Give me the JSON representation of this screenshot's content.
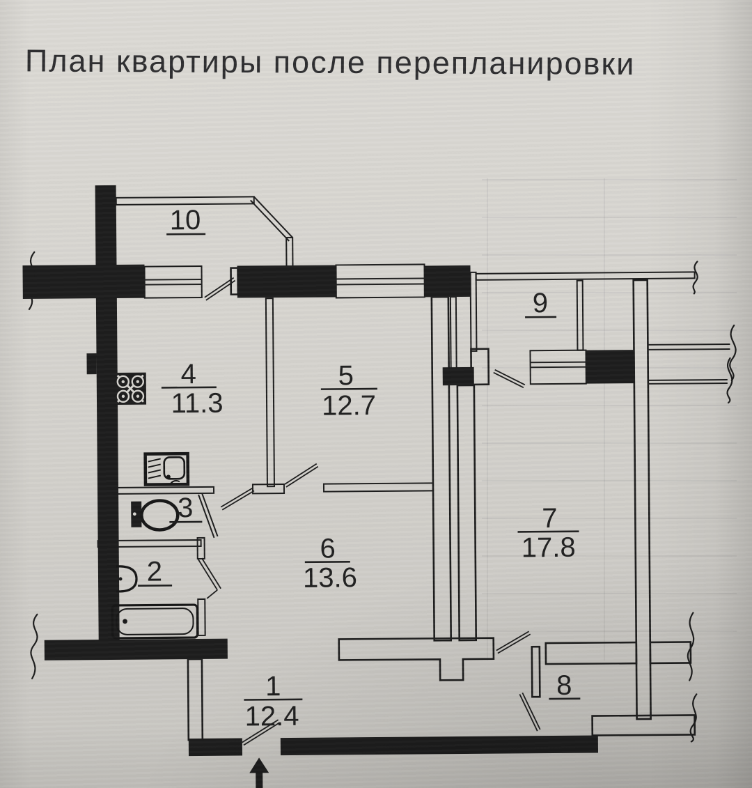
{
  "title": "План квартиры после перепланировки",
  "colors": {
    "paper": "#d7d5d0",
    "ink": "#1c1c1c"
  },
  "plan": {
    "rooms": [
      {
        "number": "1",
        "area": "12.4"
      },
      {
        "number": "2",
        "area": ""
      },
      {
        "number": "3",
        "area": ""
      },
      {
        "number": "4",
        "area": "11.3"
      },
      {
        "number": "5",
        "area": "12.7"
      },
      {
        "number": "6",
        "area": "13.6"
      },
      {
        "number": "7",
        "area": "17.8"
      },
      {
        "number": "8",
        "area": ""
      },
      {
        "number": "9",
        "area": ""
      },
      {
        "number": "10",
        "area": ""
      }
    ],
    "fixtures": [
      "stove",
      "kitchen-sink",
      "toilet",
      "wash-basin",
      "bathtub"
    ],
    "entrance": {
      "symbol": "arrow-up"
    }
  }
}
